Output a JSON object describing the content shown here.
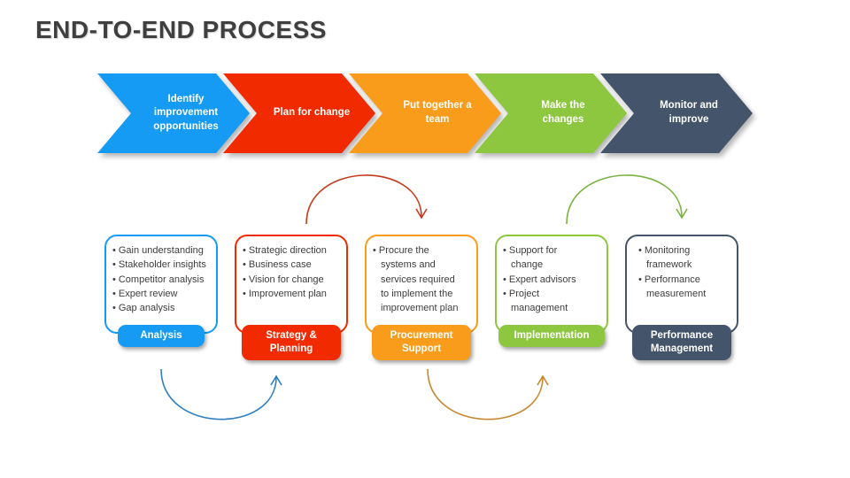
{
  "slide": {
    "title": "END-TO-END PROCESS"
  },
  "colors": {
    "blue": "#159bf3",
    "red": "#f22a00",
    "orange": "#f99c1c",
    "green": "#8dc63f",
    "dark": "#44546a",
    "title_text": "#3f3f3f",
    "body_text": "#3d3d3d",
    "arc_red": "#c43a1a",
    "arc_green": "#79b23e",
    "arc_blue": "#2e7fc2",
    "arc_orange": "#c8872e"
  },
  "steps": [
    {
      "chevron_label": "Identify improvement opportunities",
      "bullets": [
        "Gain understanding",
        "Stakeholder insights",
        "Competitor analysis",
        "Expert review",
        "Gap analysis"
      ],
      "tag": "Analysis",
      "color": "blue"
    },
    {
      "chevron_label": "Plan for change",
      "bullets": [
        "Strategic direction",
        "Business case",
        "Vision for change",
        "Improvement plan"
      ],
      "tag": "Strategy & Planning",
      "color": "red"
    },
    {
      "chevron_label": "Put together a team",
      "bullets": [
        "Procure the systems and services required to implement the improvement plan"
      ],
      "tag": "Procurement Support",
      "color": "orange"
    },
    {
      "chevron_label": "Make the changes",
      "bullets": [
        "Support for change",
        "Expert advisors",
        "Project management"
      ],
      "tag": "Implementation",
      "color": "green"
    },
    {
      "chevron_label": "Monitor and improve",
      "bullets": [
        "Monitoring framework",
        "Performance measurement"
      ],
      "tag": "Performance Management",
      "color": "dark"
    }
  ],
  "arcs": [
    {
      "name": "strategy-to-procurement",
      "position": "top",
      "color": "arc_red"
    },
    {
      "name": "implementation-to-performance",
      "position": "top",
      "color": "arc_green"
    },
    {
      "name": "analysis-to-strategy",
      "position": "bottom",
      "color": "arc_blue"
    },
    {
      "name": "procurement-to-implementation",
      "position": "bottom",
      "color": "arc_orange"
    }
  ]
}
